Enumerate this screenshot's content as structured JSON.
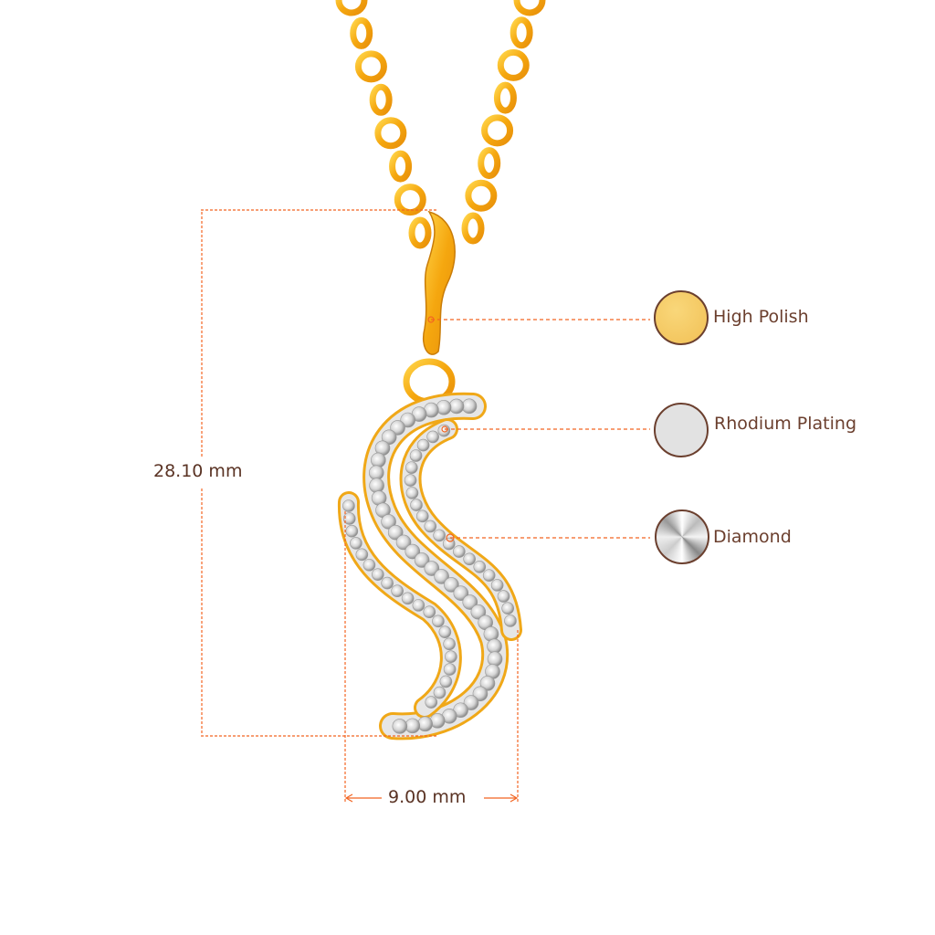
{
  "dimensions": {
    "height_label": "28.10 mm",
    "width_label": "9.00  mm"
  },
  "materials": [
    {
      "label": "High Polish",
      "icon": "gold-swatch-icon",
      "color": "#f5c865"
    },
    {
      "label": "Rhodium Plating",
      "icon": "rhodium-swatch-icon",
      "color": "#e2e2e2"
    },
    {
      "label": "Diamond",
      "icon": "diamond-swatch-icon",
      "color": "#d8d8d8"
    }
  ],
  "colors": {
    "dimension_line": "#f26522",
    "text": "#6b3f2e",
    "gold": "#f5b41c"
  }
}
